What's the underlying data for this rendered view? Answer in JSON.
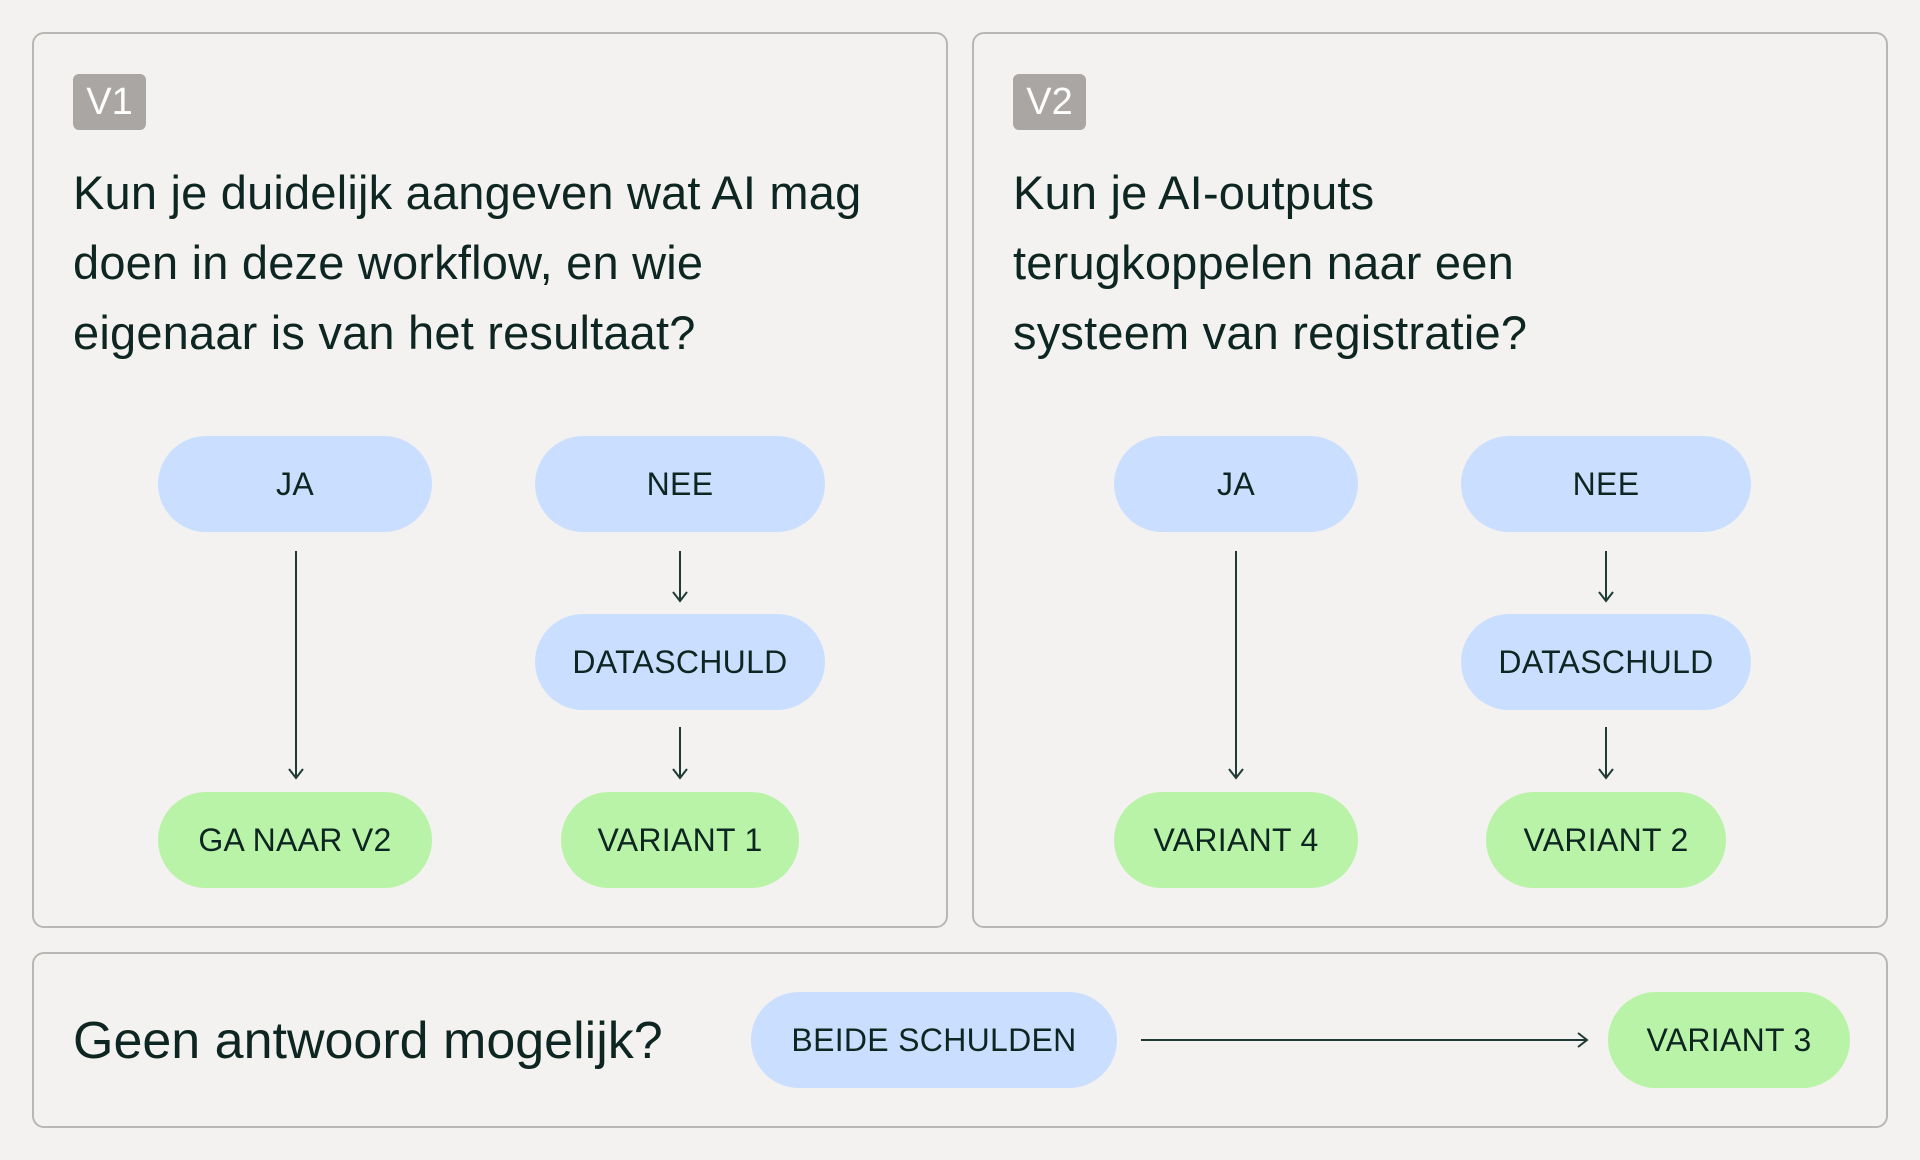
{
  "panel_v1": {
    "tag": "V1",
    "question": "Kun je duidelijk aangeven wat AI mag doen in deze workflow, en wie eigenaar is van het resultaat?",
    "yes_label": "JA",
    "no_label": "NEE",
    "middle_label": "DATASCHULD",
    "yes_result": "GA NAAR V2",
    "no_result": "VARIANT 1"
  },
  "panel_v2": {
    "tag": "V2",
    "question": "Kun je AI-outputs terugkoppelen naar een systeem van registratie?",
    "yes_label": "JA",
    "no_label": "NEE",
    "middle_label": "DATASCHULD",
    "yes_result": "VARIANT 4",
    "no_result": "VARIANT 2"
  },
  "bottom": {
    "question": "Geen antwoord mogelijk?",
    "debt_label": "BEIDE SCHULDEN",
    "result": "VARIANT 3"
  },
  "colors": {
    "background": "#f4f2f0",
    "border": "#b9b6b3",
    "tag": "#aaa6a4",
    "pill_blue": "#cadfff",
    "pill_green": "#b9f3a7",
    "text": "#0e2621"
  }
}
